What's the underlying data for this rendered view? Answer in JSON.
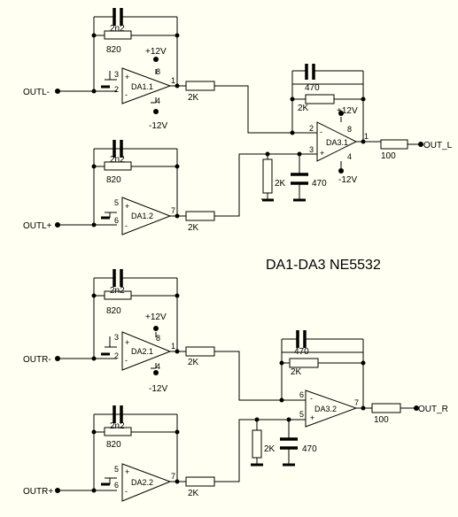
{
  "title": "DA1-DA3 NE5532",
  "colors": {
    "background": "#fffff2",
    "ink": "#000000"
  },
  "labels": {
    "outl_minus": "OUTL-",
    "outl_plus": "OUTL+",
    "outr_minus": "OUTR-",
    "outr_plus": "OUTR+",
    "out_l": "OUT_L",
    "out_r": "OUT_R"
  },
  "opamps": {
    "da1_1": "DA1.1",
    "da1_2": "DA1.2",
    "da3_1": "DA3.1",
    "da2_1": "DA2.1",
    "da2_2": "DA2.2",
    "da3_2": "DA3.2"
  },
  "components": {
    "cap_2n2": "2n2",
    "res_820": "820",
    "res_2k": "2K",
    "cap_470": "470",
    "res_100": "100"
  },
  "supplies": {
    "pos": "+12V",
    "neg": "-12V"
  },
  "pins": {
    "p1": "1",
    "p2": "2",
    "p3": "3",
    "p4": "4",
    "p5": "5",
    "p6": "6",
    "p7": "7",
    "p8": "8",
    "plus": "+",
    "minus": "-"
  }
}
